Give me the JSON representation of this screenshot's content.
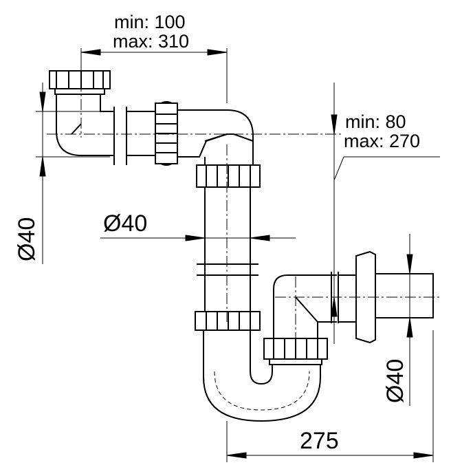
{
  "drawing": {
    "inlet_length": {
      "min": "min: 100",
      "max": "max: 310"
    },
    "outlet_height": {
      "min": "min: 80",
      "max": "max: 270"
    },
    "inlet_diameter": "Ø40",
    "tube_diameter": "Ø40",
    "outlet_diameter": "Ø40",
    "overall_width": "275"
  }
}
